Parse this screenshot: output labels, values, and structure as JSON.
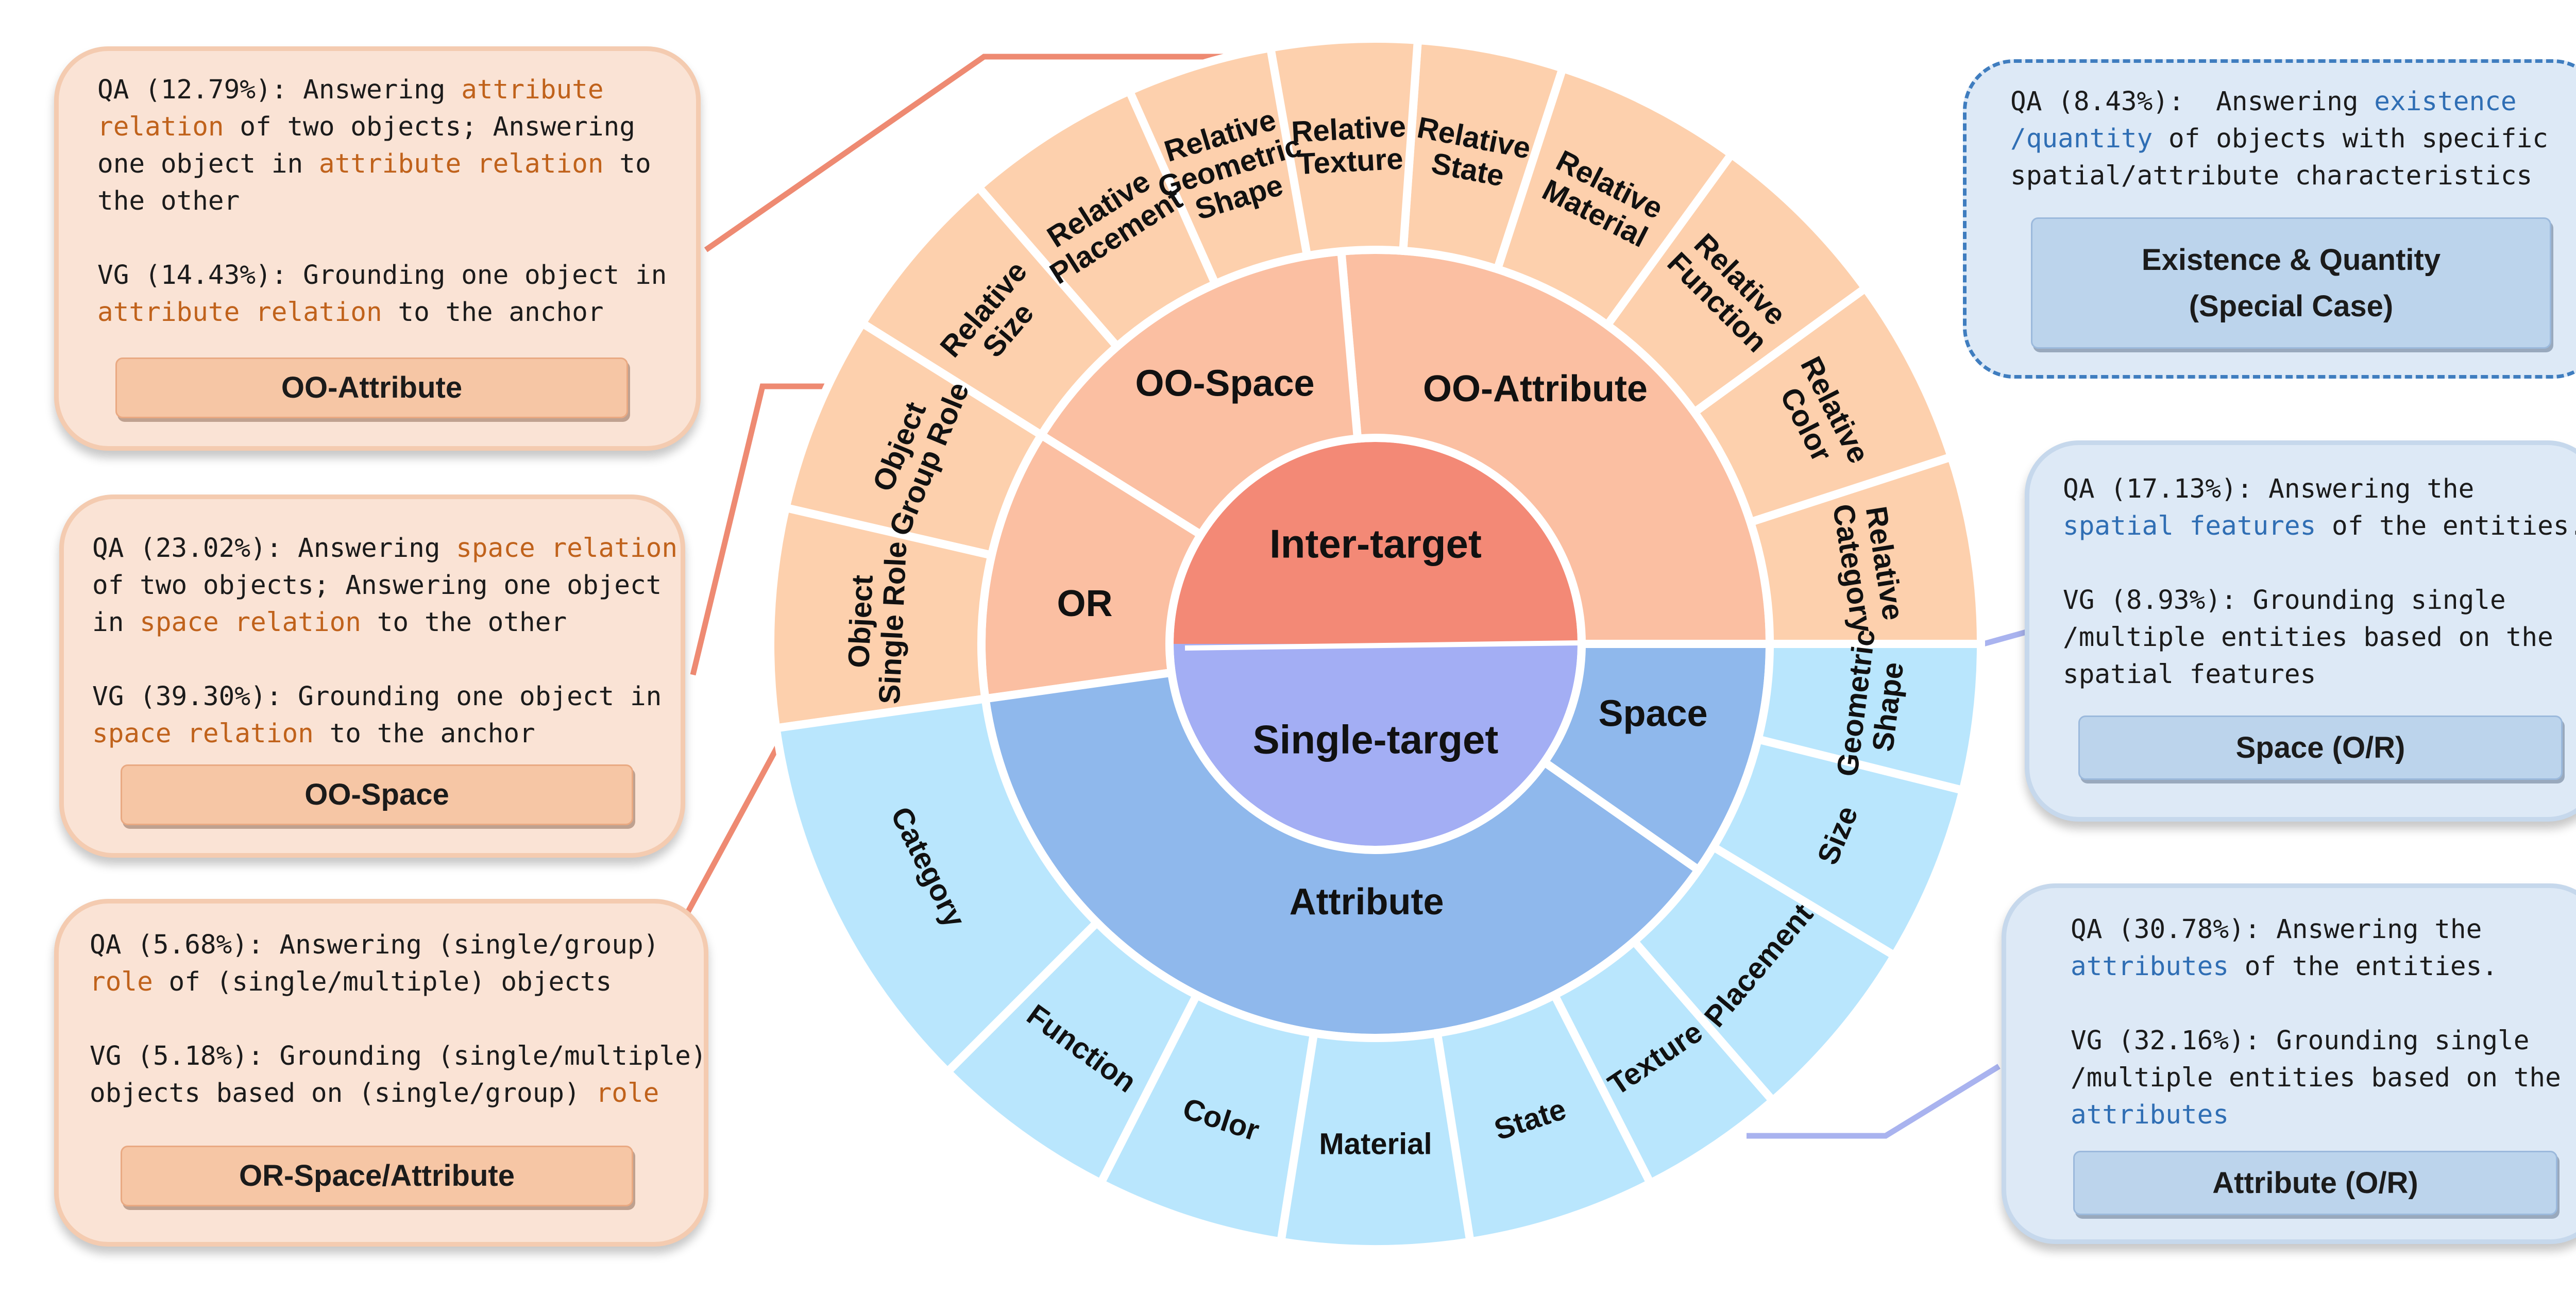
{
  "diagram": {
    "center_top": "Inter-target",
    "center_bottom": "Single-target",
    "ring2": {
      "oo_space": "OO-Space",
      "oo_attribute": "OO-Attribute",
      "or": "OR",
      "space": "Space",
      "attribute": "Attribute"
    },
    "outer": {
      "object_single_role": [
        "Object",
        "Single Role"
      ],
      "object_group_role": [
        "Object",
        "Group Role"
      ],
      "relative_size": [
        "Relative",
        "Size"
      ],
      "relative_placement": [
        "Relative",
        "Placement"
      ],
      "relative_geometric_shape": [
        "Relative",
        "Geometric",
        "Shape"
      ],
      "relative_texture": [
        "Relative",
        "Texture"
      ],
      "relative_state": [
        "Relative",
        "State"
      ],
      "relative_material": [
        "Relative",
        "Material"
      ],
      "relative_function": [
        "Relative",
        "Function"
      ],
      "relative_color": [
        "Relative",
        "Color"
      ],
      "relative_category": [
        "Relative",
        "Category"
      ],
      "geometric_shape": [
        "Geometric",
        "Shape"
      ],
      "size": [
        "Size"
      ],
      "placement": [
        "Placement"
      ],
      "texture": [
        "Texture"
      ],
      "state": [
        "State"
      ],
      "material": [
        "Material"
      ],
      "color": [
        "Color"
      ],
      "function": [
        "Function"
      ],
      "category": [
        "Category"
      ]
    }
  },
  "cards": {
    "oo_attribute": {
      "qa_1": "QA (12.79%): Answering ",
      "qa_hl1": "attribute",
      "qa_hl2": "relation",
      "qa_2": " of two objects; Answering",
      "qa_3": "one object in ",
      "qa_hl3": "attribute relation",
      "qa_4": " to",
      "qa_5": "the other",
      "vg_1": "VG (14.43%): Grounding one object in",
      "vg_hl": "attribute relation",
      "vg_2": " to the anchor",
      "button": "OO-Attribute"
    },
    "oo_space": {
      "qa_1": "QA (23.02%): Answering ",
      "qa_hl1": "space relation",
      "qa_2": "of two objects; Answering one object",
      "qa_3": "in ",
      "qa_hl2": "space relation",
      "qa_4": " to the other",
      "vg_1": "VG (39.30%): Grounding one object in",
      "vg_hl": "space relation",
      "vg_2": " to the anchor",
      "button": "OO-Space"
    },
    "or": {
      "qa_1": "QA (5.68%): Answering (single/group)",
      "qa_hl": "role",
      "qa_2": " of (single/multiple) objects",
      "vg_1": "VG (5.18%): Grounding (single/multiple)",
      "vg_2": "objects based on (single/group) ",
      "vg_hl": "role",
      "button": "OR-Space/Attribute"
    },
    "existence": {
      "qa_1": "QA (8.43%):  Answering ",
      "qa_hl1": "existence",
      "qa_hl2": "/quantity",
      "qa_2": " of objects with specific",
      "qa_3": "spatial/attribute characteristics",
      "button_1": "Existence & Quantity",
      "button_2": "(Special Case)"
    },
    "space": {
      "qa_1": "QA (17.13%): Answering the",
      "qa_hl": "spatial features",
      "qa_2": " of the entities.",
      "vg_1": "VG (8.93%): Grounding single",
      "vg_2": "/multiple entities based on the",
      "vg_3": "spatial features",
      "button": "Space (O/R)"
    },
    "attribute": {
      "qa_1": "QA (30.78%): Answering the",
      "qa_hl": "attributes",
      "qa_2": " of the entities.",
      "vg_1": "VG (32.16%): Grounding single",
      "vg_2": "/multiple entities based on the",
      "vg_hl": "attributes",
      "button": "Attribute (O/R)"
    }
  }
}
